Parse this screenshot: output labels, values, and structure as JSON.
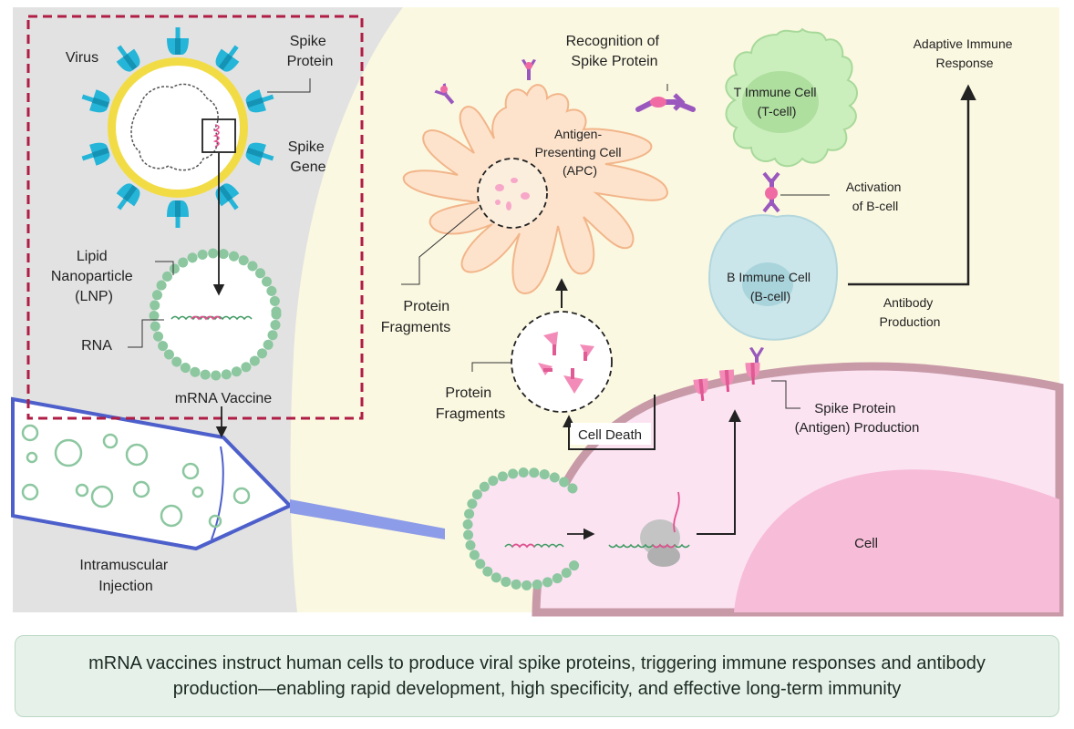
{
  "labels": {
    "virus": "Virus",
    "spike_protein_top": [
      "Spike",
      "Protein"
    ],
    "spike_gene": [
      "Spike",
      "Gene"
    ],
    "lnp": [
      "Lipid",
      "Nanoparticle",
      "(LNP)"
    ],
    "rna": "RNA",
    "mrna_vaccine": "mRNA Vaccine",
    "injection": [
      "Intramuscular",
      "Injection"
    ],
    "recognition": [
      "Recognition of",
      "Spike Protein"
    ],
    "apc": [
      "Antigen-",
      "Presenting Cell",
      "(APC)"
    ],
    "t_cell": [
      "T Immune Cell",
      "(T-cell)"
    ],
    "adaptive": [
      "Adaptive Immune",
      "Response"
    ],
    "activation": [
      "Activation",
      "of B-cell"
    ],
    "b_cell": [
      "B Immune Cell",
      "(B-cell)"
    ],
    "antibody": [
      "Antibody",
      "Production"
    ],
    "fragments_upper": [
      "Protein",
      "Fragments"
    ],
    "fragments_lower": [
      "Protein",
      "Fragments"
    ],
    "cell_death": "Cell Death",
    "spike_production": [
      "Spike Protein",
      "(Antigen) Production"
    ],
    "cell": "Cell"
  },
  "caption": "mRNA vaccines instruct human cells to produce viral spike proteins, triggering immune responses and antibody production—enabling rapid development, high specificity, and effective long-term immunity",
  "colors": {
    "cream_bg": "#fbf8e1",
    "grey_bg": "#e2e2e2",
    "dashed_frame": "#b01d45",
    "spike_teal": "#25b5d8",
    "lipid_yellow": "#f2dc46",
    "lnp_green": "#8cc7a0",
    "apc_peach": "#fde3cc",
    "t_cell_green": "#cbeebd",
    "b_cell_blue": "#cbe6ea",
    "cell_pink": "#fbe3f2",
    "spike_pink": "#f06aa4",
    "receptor_purple": "#9a58be",
    "syringe_blue": "#5566cc",
    "caption_bg": "#e6f2e9"
  }
}
